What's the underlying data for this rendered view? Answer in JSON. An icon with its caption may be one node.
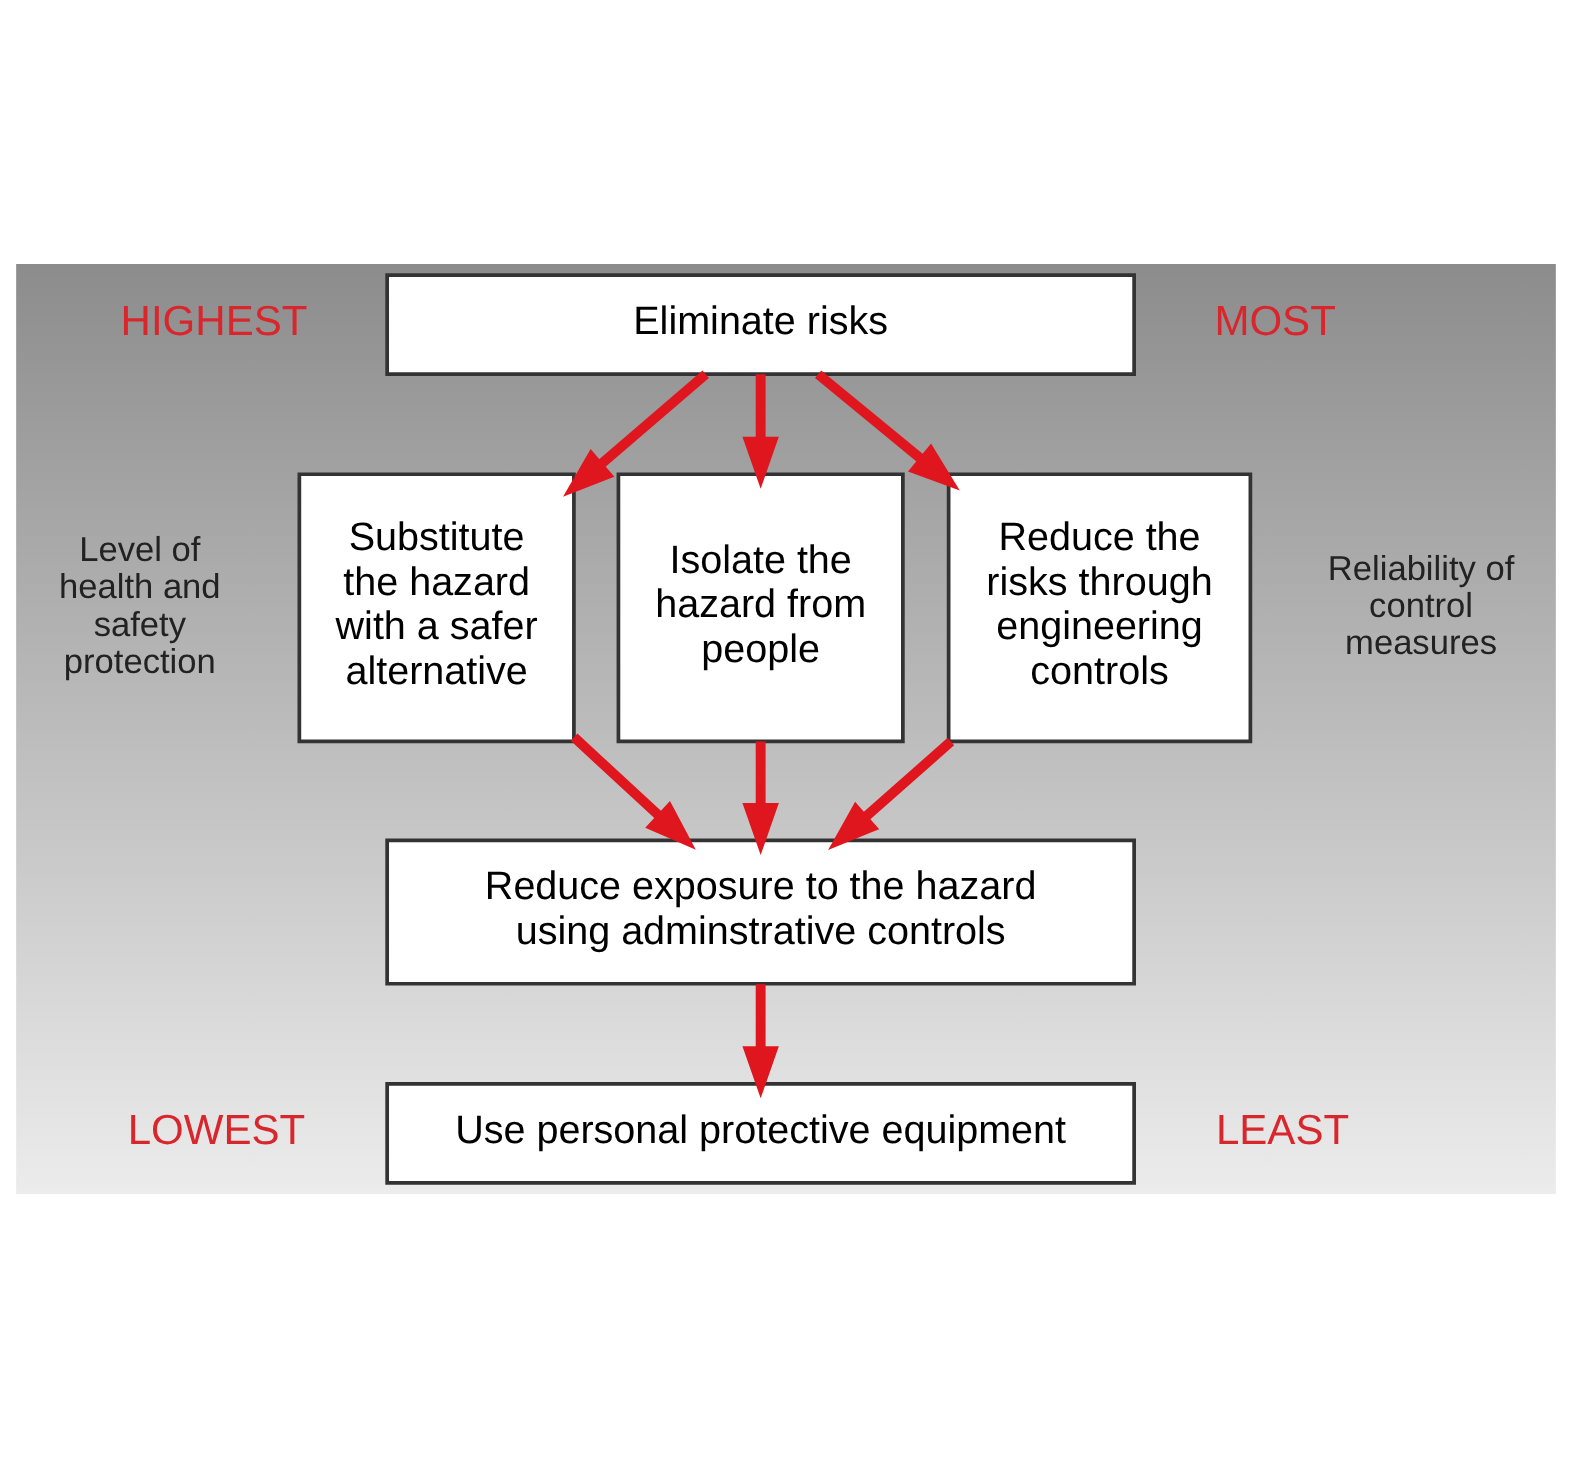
{
  "diagram": {
    "nodes": [
      {
        "text": [
          "Eliminate risks"
        ]
      },
      {
        "text": [
          "Substitute the hazard with a safer alternative"
        ]
      },
      {
        "text": [
          "Isolate the hazard from people"
        ]
      },
      {
        "text": [
          "Reduce the risks through engineering controls"
        ]
      },
      {
        "text": [
          "Reduce exposure to the hazard using adminstrative controls"
        ]
      },
      {
        "text": [
          "Use personal protective equipment"
        ]
      }
    ],
    "edges": [
      {
        "from": 0,
        "to": 1,
        "arrow": "to"
      },
      {
        "from": 0,
        "to": 2,
        "arrow": "to"
      },
      {
        "from": 0,
        "to": 3,
        "arrow": "to"
      },
      {
        "from": 1,
        "to": 4,
        "arrow": "to"
      },
      {
        "from": 2,
        "to": 4,
        "arrow": "to"
      },
      {
        "from": 3,
        "to": 4,
        "arrow": "to"
      },
      {
        "from": 4,
        "to": 5,
        "arrow": "to"
      }
    ],
    "labels": [
      "HIGHEST",
      "MOST",
      "Level of health and safety protection",
      "Reliability of control measures",
      "LOWEST",
      "LEAST"
    ]
  }
}
